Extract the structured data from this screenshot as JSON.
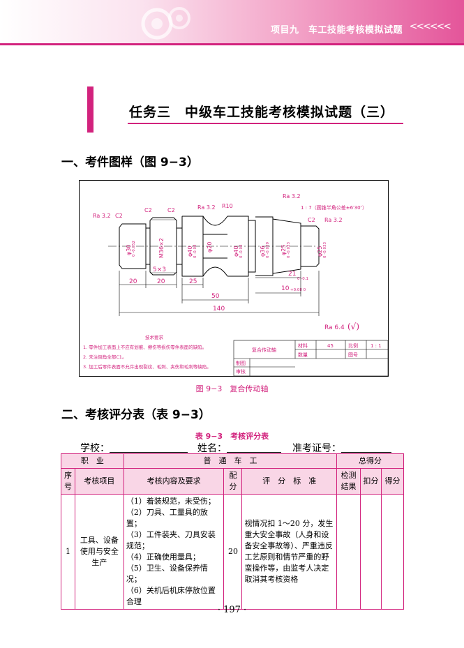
{
  "header": {
    "title": "项目九　车工技能考核模拟试题",
    "chevrons": "<<<<<<"
  },
  "task": {
    "title": "任务三　中级车工技能考核模拟试题（三）"
  },
  "section1": {
    "heading": "一、考件图样（图 9−3）"
  },
  "drawing": {
    "roughness_labels": [
      "Ra 3.2",
      "Ra 3.2",
      "Ra 3.2",
      "Ra 3.2"
    ],
    "chamfers": [
      "C2",
      "C2",
      "C2",
      "C2"
    ],
    "radius": "R10",
    "taper": "1 : 7（圆锥半角公差±6′30″）",
    "diameters": [
      "φ30",
      "M36×2",
      "φ40",
      "φ20",
      "φ40",
      "φ36",
      "φ25",
      "φ25"
    ],
    "groove": "5×3",
    "dims_lengths": [
      "20",
      "20",
      "25",
      "50",
      "140",
      "21",
      "10"
    ],
    "tolerances": {
      "d30": "0 -0.052",
      "d40a": "0 -0.04",
      "d40b": "0 -0.04",
      "d36": "0 -0.039",
      "d25a": "0 -0.033",
      "d25b": "0 -0.033",
      "len21": "0 -0.1",
      "len10": "+0.08 0"
    },
    "general_roughness": "Ra 6.4",
    "tech_req": {
      "title": "技术要求",
      "items": [
        "1. 零件加工表面上不应有划痕、擦伤等损伤零件表面的缺陷。",
        "2. 未注倒角全部C1。",
        "3. 加工后零件表面不允许出现裂纹、毛刺、夹伤和毛刺等缺陷。"
      ]
    },
    "title_block": {
      "part_name": "复合传动轴",
      "material_label": "材料",
      "material": "45",
      "scale_label": "比例",
      "scale": "1 : 1",
      "count_label": "数量",
      "drawing_no_label": "图号",
      "draw_label": "制图",
      "check_label": "审核"
    }
  },
  "figure_caption": "图 9−3　复合传动轴",
  "section2": {
    "heading": "二、考核评分表（表 9−3）"
  },
  "table_caption": "表 9−3　考核评分表",
  "info": {
    "school_label": "学校：",
    "name_label": "姓名：",
    "exam_label": "准考证号："
  },
  "score_table": {
    "occupation_label": "职　业",
    "occupation_value": "普　通　车　工",
    "total_label": "总得分",
    "col_no": "序号",
    "col_item": "考核项目",
    "col_content": "考核内容及要求",
    "col_points": "配分",
    "col_standard": "评　分　标　准",
    "col_result": "检测结果",
    "col_deduct": "扣分",
    "col_score": "得分",
    "rows": [
      {
        "no": "1",
        "item": "工具、设备使用与安全生产",
        "content": [
          "（1）着装规范，未受伤；",
          "（2）刀具、工量具的放置；",
          "（3）工件装夹、刀具安装规范；",
          "（4）正确使用量具；",
          "（5）卫生、设备保养情况；",
          "（6）关机后机床停放位置合理"
        ],
        "points": "20",
        "standard": "视情况扣 1～20 分，发生重大安全事故（人身和设备安全事故等）、严重违反工艺原则和情节严重的野蛮操作等，由监考人决定取消其考核资格"
      }
    ]
  },
  "page_number": "· 197 ·"
}
